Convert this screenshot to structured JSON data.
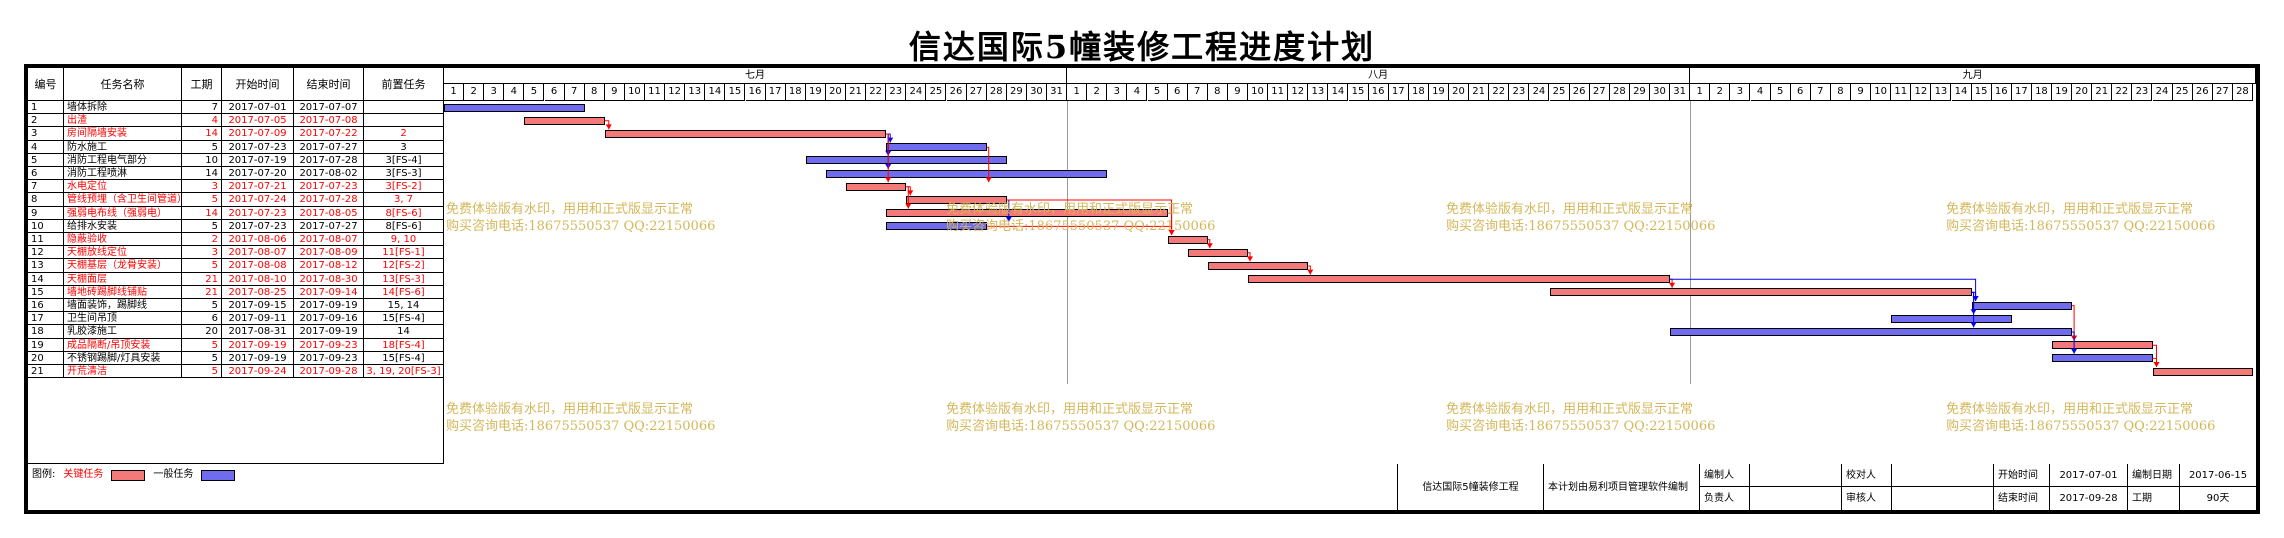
{
  "title": "信达国际5幢装修工程进度计划",
  "columns": {
    "id": "编号",
    "name": "任务名称",
    "duration": "工期",
    "start": "开始时间",
    "end": "结束时间",
    "pred": "前置任务"
  },
  "months": [
    {
      "label": "七月",
      "days": 31
    },
    {
      "label": "八月",
      "days": 31
    },
    {
      "label": "九月",
      "days": 28
    }
  ],
  "tasks": [
    {
      "id": "1",
      "name": "墙体拆除",
      "dur": "7",
      "start": "2017-07-01",
      "end": "2017-07-07",
      "pred": "",
      "critical": false,
      "s": 1,
      "e": 7
    },
    {
      "id": "2",
      "name": "出渣",
      "dur": "4",
      "start": "2017-07-05",
      "end": "2017-07-08",
      "pred": "",
      "critical": true,
      "s": 5,
      "e": 8
    },
    {
      "id": "3",
      "name": "房间隔墙安装",
      "dur": "14",
      "start": "2017-07-09",
      "end": "2017-07-22",
      "pred": "2",
      "critical": true,
      "s": 9,
      "e": 22
    },
    {
      "id": "4",
      "name": "防水施工",
      "dur": "5",
      "start": "2017-07-23",
      "end": "2017-07-27",
      "pred": "3",
      "critical": false,
      "s": 23,
      "e": 27
    },
    {
      "id": "5",
      "name": "消防工程电气部分",
      "dur": "10",
      "start": "2017-07-19",
      "end": "2017-07-28",
      "pred": "3[FS-4]",
      "critical": false,
      "s": 19,
      "e": 28
    },
    {
      "id": "6",
      "name": "消防工程喷淋",
      "dur": "14",
      "start": "2017-07-20",
      "end": "2017-08-02",
      "pred": "3[FS-3]",
      "critical": false,
      "s": 20,
      "e": 33
    },
    {
      "id": "7",
      "name": "水电定位",
      "dur": "3",
      "start": "2017-07-21",
      "end": "2017-07-23",
      "pred": "3[FS-2]",
      "critical": true,
      "s": 21,
      "e": 23
    },
    {
      "id": "8",
      "name": "管线预埋（含卫生间管道）",
      "dur": "5",
      "start": "2017-07-24",
      "end": "2017-07-28",
      "pred": "3, 7",
      "critical": true,
      "s": 24,
      "e": 28
    },
    {
      "id": "9",
      "name": "强弱电布线（强弱电）",
      "dur": "14",
      "start": "2017-07-23",
      "end": "2017-08-05",
      "pred": "8[FS-6]",
      "critical": true,
      "s": 23,
      "e": 36
    },
    {
      "id": "10",
      "name": "给排水安装",
      "dur": "5",
      "start": "2017-07-23",
      "end": "2017-07-27",
      "pred": "8[FS-6]",
      "critical": false,
      "s": 23,
      "e": 27
    },
    {
      "id": "11",
      "name": "隐蔽验收",
      "dur": "2",
      "start": "2017-08-06",
      "end": "2017-08-07",
      "pred": "9, 10",
      "critical": true,
      "s": 37,
      "e": 38
    },
    {
      "id": "12",
      "name": "天棚放线定位",
      "dur": "3",
      "start": "2017-08-07",
      "end": "2017-08-09",
      "pred": "11[FS-1]",
      "critical": true,
      "s": 38,
      "e": 40
    },
    {
      "id": "13",
      "name": "天棚基层（龙骨安装）",
      "dur": "5",
      "start": "2017-08-08",
      "end": "2017-08-12",
      "pred": "12[FS-2]",
      "critical": true,
      "s": 39,
      "e": 43
    },
    {
      "id": "14",
      "name": "天棚面层",
      "dur": "21",
      "start": "2017-08-10",
      "end": "2017-08-30",
      "pred": "13[FS-3]",
      "critical": true,
      "s": 41,
      "e": 61
    },
    {
      "id": "15",
      "name": "墙地砖踢脚线铺贴",
      "dur": "21",
      "start": "2017-08-25",
      "end": "2017-09-14",
      "pred": "14[FS-6]",
      "critical": true,
      "s": 56,
      "e": 76
    },
    {
      "id": "16",
      "name": "墙面装饰，踢脚线",
      "dur": "5",
      "start": "2017-09-15",
      "end": "2017-09-19",
      "pred": "15, 14",
      "critical": false,
      "s": 77,
      "e": 81
    },
    {
      "id": "17",
      "name": "卫生间吊顶",
      "dur": "6",
      "start": "2017-09-11",
      "end": "2017-09-16",
      "pred": "15[FS-4]",
      "critical": false,
      "s": 73,
      "e": 78
    },
    {
      "id": "18",
      "name": "乳胶漆施工",
      "dur": "20",
      "start": "2017-08-31",
      "end": "2017-09-19",
      "pred": "14",
      "critical": false,
      "s": 62,
      "e": 81
    },
    {
      "id": "19",
      "name": "成品隔断/吊顶安装",
      "dur": "5",
      "start": "2017-09-19",
      "end": "2017-09-23",
      "pred": "18[FS-4]",
      "critical": true,
      "s": 81,
      "e": 85
    },
    {
      "id": "20",
      "name": "不锈钢踢脚/灯具安装",
      "dur": "5",
      "start": "2017-09-19",
      "end": "2017-09-23",
      "pred": "15[FS-4]",
      "critical": false,
      "s": 81,
      "e": 85
    },
    {
      "id": "21",
      "name": "开荒清洁",
      "dur": "5",
      "start": "2017-09-24",
      "end": "2017-09-28",
      "pred": "3, 19, 20[FS-3]",
      "critical": true,
      "s": 86,
      "e": 90
    }
  ],
  "dependencies": [
    [
      1,
      2
    ],
    [
      2,
      3
    ],
    [
      2,
      4
    ],
    [
      2,
      5
    ],
    [
      2,
      6
    ],
    [
      3,
      6
    ],
    [
      6,
      7
    ],
    [
      6,
      8
    ],
    [
      7,
      9
    ],
    [
      7,
      10
    ],
    [
      8,
      10
    ],
    [
      9,
      10
    ],
    [
      10,
      11
    ],
    [
      11,
      12
    ],
    [
      12,
      13
    ],
    [
      13,
      14
    ],
    [
      13,
      15
    ],
    [
      14,
      15
    ],
    [
      14,
      16
    ],
    [
      14,
      17
    ],
    [
      15,
      18
    ],
    [
      17,
      18
    ],
    [
      17,
      19
    ],
    [
      18,
      20
    ],
    [
      19,
      20
    ]
  ],
  "watermark": {
    "line1": "免费体验版有水印，用用和正式版显示正常",
    "line2": "购买咨询电话:18675550537 QQ:22150066"
  },
  "legend": {
    "label": "图例:",
    "critical": "关键任务",
    "general": "一般任务"
  },
  "footer": {
    "project": "信达国际5幢装修工程",
    "software": "本计划由易利项目管理软件编制",
    "prepared_label": "编制人",
    "prepared_value": "",
    "checked_label": "校对人",
    "checked_value": "",
    "responsible_label": "负责人",
    "responsible_value": "",
    "reviewer_label": "审核人",
    "reviewer_value": "",
    "start_label": "开始时间",
    "start_value": "2017-07-01",
    "end_label": "结束时间",
    "end_value": "2017-09-28",
    "date_label": "编制日期",
    "date_value": "2017-06-15",
    "duration_label": "工期",
    "duration_value": "90天"
  },
  "colors": {
    "critical": "#f47a7a",
    "general": "#6f6cf0",
    "critical_text": "#ff0000",
    "watermark": "#d4b75a"
  }
}
